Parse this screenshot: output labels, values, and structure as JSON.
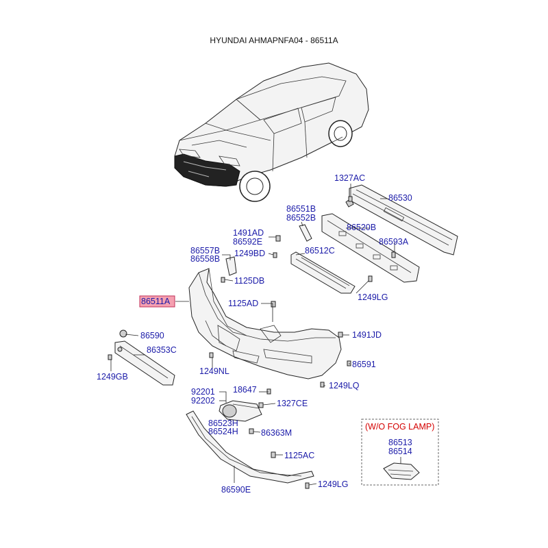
{
  "title": "HYUNDAI AHMAPNFA04 - 86511A",
  "highlight_color": "#f5a0b0",
  "label_color": "#1a1aa8",
  "note_color": "#d40000",
  "labels": {
    "l1327ac": "1327AC",
    "l86530": "86530",
    "l86551b": "86551B",
    "l86552b": "86552B",
    "l86520b": "86520B",
    "l1491ad": "1491AD",
    "l86592e": "86592E",
    "l86593a": "86593A",
    "l86557b": "86557B",
    "l86558b": "86558B",
    "l1249bd": "1249BD",
    "l86512c": "86512C",
    "l1125db": "1125DB",
    "l86511a": "86511A",
    "l1125ad": "1125AD",
    "l1249lg_top": "1249LG",
    "l86590": "86590",
    "l1491jd": "1491JD",
    "l86353c": "86353C",
    "l86591": "86591",
    "l1249gb": "1249GB",
    "l1249nl": "1249NL",
    "l1249lq": "1249LQ",
    "l92201": "92201",
    "l92202": "92202",
    "l18647": "18647",
    "l1327ce": "1327CE",
    "l86523h": "86523H",
    "l86524h": "86524H",
    "l86363m": "86363M",
    "l1125ac": "1125AC",
    "l86590e": "86590E",
    "l1249lg_bot": "1249LG",
    "wo_fog": "(W/O FOG LAMP)",
    "l86513": "86513",
    "l86514": "86514"
  }
}
